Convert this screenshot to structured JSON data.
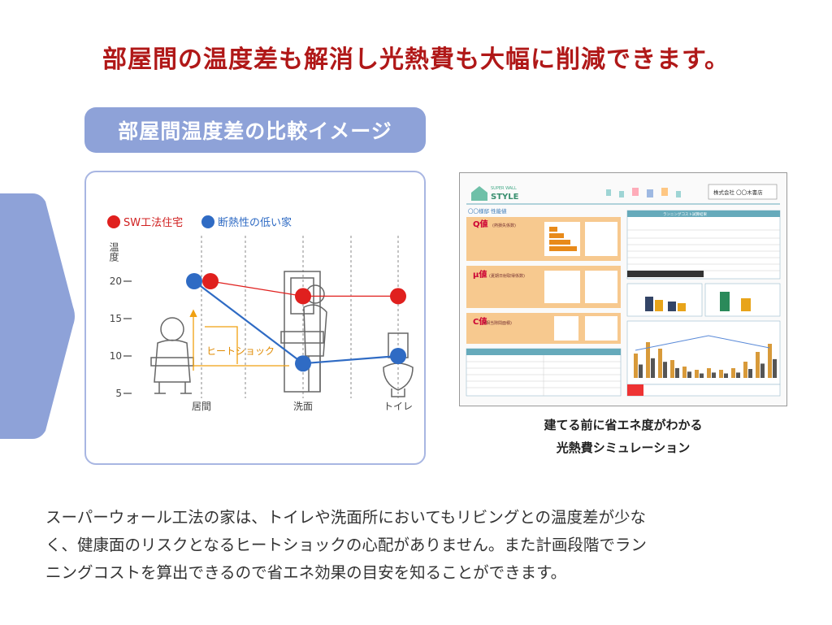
{
  "headline": "部屋間の温度差も解消し光熱費も大幅に削減できます。",
  "comparison": {
    "title": "部屋間温度差の比較イメージ"
  },
  "chart_data": {
    "type": "line",
    "ylabel": "温度",
    "yticks": [
      "20",
      "15",
      "10",
      "5"
    ],
    "ylim": [
      5,
      20
    ],
    "categories": [
      "居間",
      "洗面",
      "トイレ"
    ],
    "series": [
      {
        "name": "SW工法住宅",
        "color": "#e0201e",
        "values": [
          20,
          18,
          18
        ]
      },
      {
        "name": "断熱性の低い家",
        "color": "#2f6bc4",
        "values": [
          20,
          9,
          10
        ]
      }
    ],
    "annotation": "ヒートショック",
    "annotation_color": "#f0a010"
  },
  "report": {
    "logo_top": "SUPER WALL",
    "logo_main": "STYLE",
    "company": "株式会社 〇〇木書店",
    "section_title": "〇〇様邸 性能値",
    "q_label": "Q値",
    "q_sub": "(熱損失係数)",
    "mu_label": "μ値",
    "mu_sub": "(夏期日射取得係数)",
    "c_label": "C値",
    "c_sub": "(相当隙間面積)",
    "sim_title": "ランニングコスト試算結果"
  },
  "captions": {
    "line1": "建てる前に省エネ度がわかる",
    "line2": "光熱費シミュレーション"
  },
  "body": {
    "line1": "スーパーウォール工法の家は、トイレや洗面所においてもリビングとの温度差が少な",
    "line2": "く、健康面のリスクとなるヒートショックの心配がありません。また計画段階でラン",
    "line3": "ニングコストを算出できるので省エネ効果の目安を知ることができます。"
  },
  "colors": {
    "headline": "#b01818",
    "accent_blue": "#8ea2d8",
    "panel_border": "#a8b6e2"
  }
}
